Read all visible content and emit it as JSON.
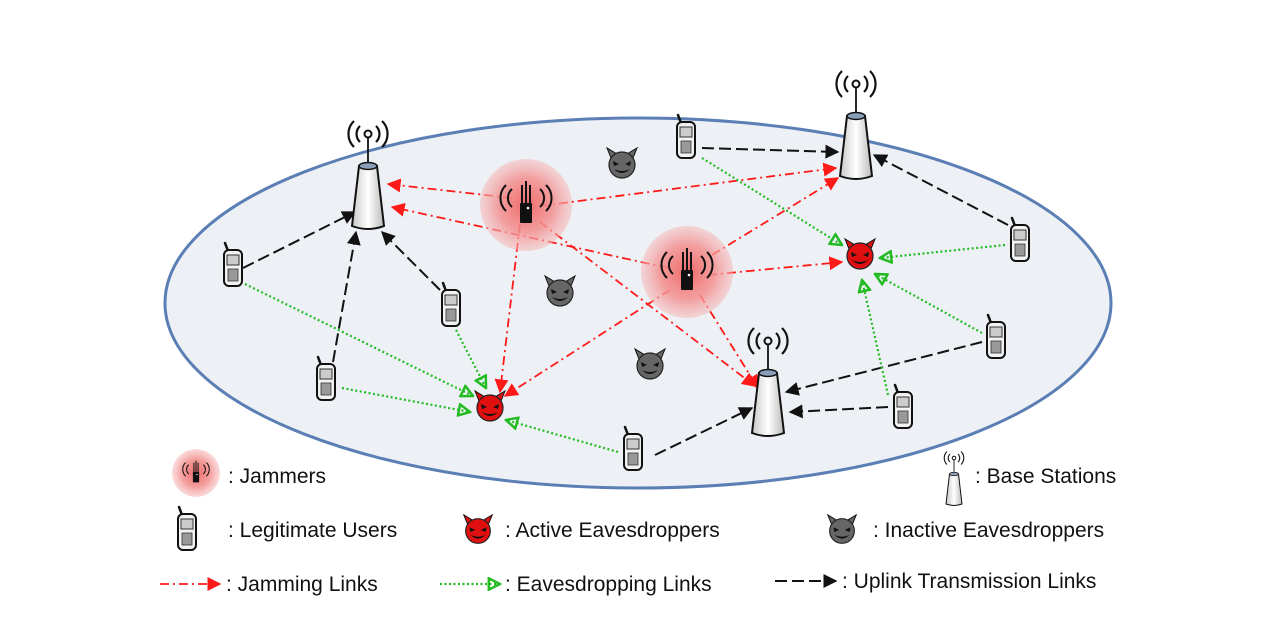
{
  "legend": {
    "jammers": ": Jammers",
    "base_stations": ": Base Stations",
    "legitimate_users": ": Legitimate Users",
    "active_eavesdroppers": ": Active Eavesdroppers",
    "inactive_eavesdroppers": ": Inactive Eavesdroppers",
    "jamming_links": ": Jamming Links",
    "eavesdropping_links": ": Eavesdropping Links",
    "uplink_links": ": Uplink Transmission Links"
  },
  "colors": {
    "cell_fill": "#edf1f5",
    "cell_border": "#5b7fb5",
    "jamming": "#ff1a1a",
    "eavesdropping": "#22bb22",
    "uplink": "#111111",
    "active_eavesdropper": "#e01010",
    "inactive_eavesdropper": "#666666",
    "jammer_glow": "#f08080"
  },
  "icons": [
    "base-station-icon",
    "jammer-icon",
    "phone-icon",
    "red-devil-icon",
    "gray-devil-icon"
  ]
}
